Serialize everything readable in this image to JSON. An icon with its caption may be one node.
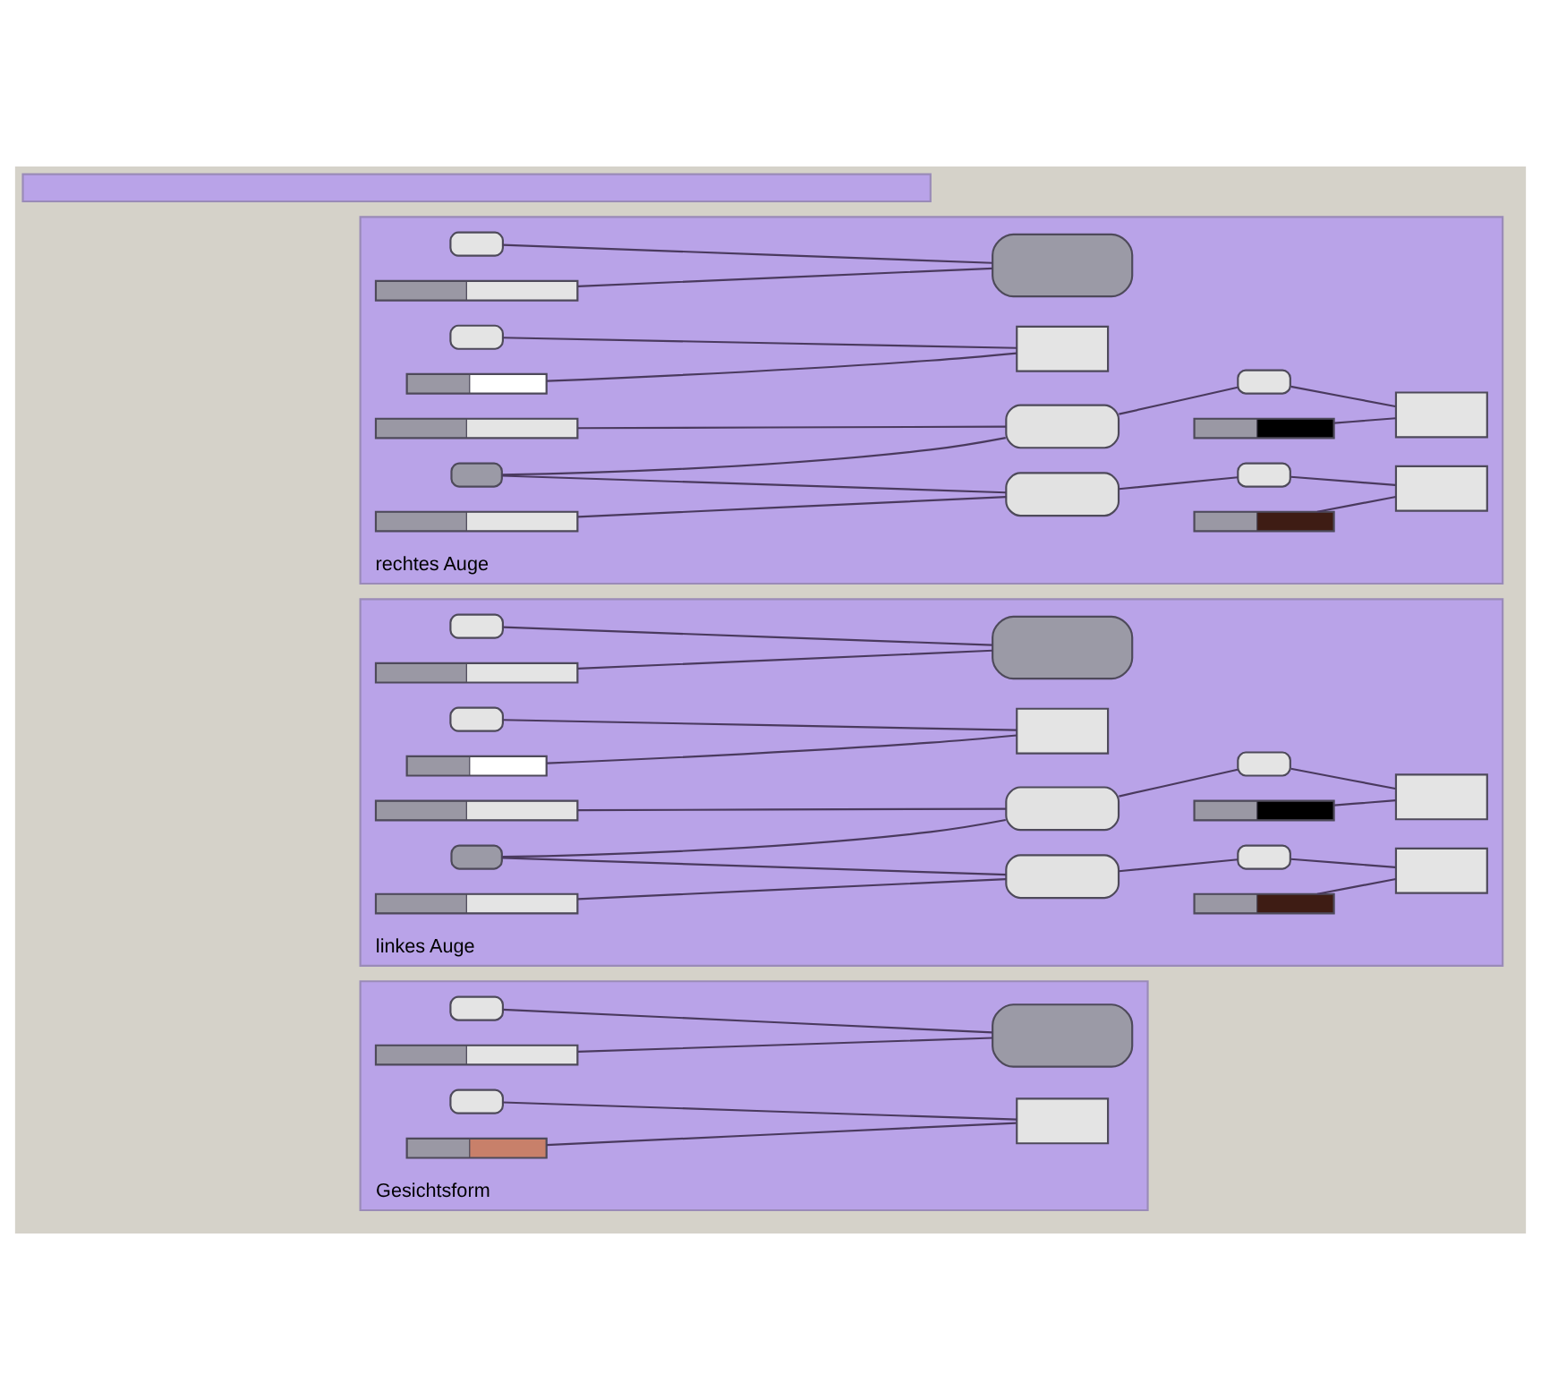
{
  "diagram": {
    "nodes": [
      {
        "text": [
          "Gesichtsform"
        ]
      },
      {
        "text": [],
        "shape": "box",
        "in": 0
      },
      {
        "text": [],
        "shape": "box",
        "in": 0
      },
      {
        "text": [],
        "shape": "bar",
        "in": 0
      },
      {
        "text": [],
        "shape": "box",
        "in": 0
      },
      {
        "text": [],
        "shape": "box",
        "in": 0
      },
      {
        "text": [],
        "shape": "bar",
        "in": 0
      },
      {
        "text": [
          "linkes Auge"
        ]
      },
      {
        "text": [],
        "shape": "box",
        "in": 7
      },
      {
        "text": [],
        "shape": "box",
        "in": 7
      },
      {
        "text": [],
        "shape": "bar",
        "in": 7
      },
      {
        "text": [],
        "shape": "box",
        "in": 7
      },
      {
        "text": [],
        "shape": "bar",
        "in": 7
      },
      {
        "text": [],
        "shape": "box",
        "in": 7
      },
      {
        "text": [],
        "shape": "bar",
        "in": 7
      },
      {
        "text": [],
        "shape": "box",
        "in": 7
      },
      {
        "text": [],
        "shape": "bar",
        "in": 7
      },
      {
        "text": [],
        "shape": "box",
        "in": 7
      },
      {
        "text": [],
        "shape": "box",
        "in": 7
      },
      {
        "text": [],
        "shape": "box",
        "in": 7
      },
      {
        "text": [],
        "shape": "box",
        "in": 7
      },
      {
        "text": [],
        "shape": "bar",
        "in": 7
      },
      {
        "text": [],
        "shape": "box",
        "in": 7
      },
      {
        "text": [],
        "shape": "box",
        "in": 7
      },
      {
        "text": [],
        "shape": "bar",
        "in": 7
      },
      {
        "text": [
          "rechtes Auge"
        ]
      },
      {
        "text": [],
        "shape": "box",
        "in": 25
      },
      {
        "text": [],
        "shape": "box",
        "in": 25
      },
      {
        "text": [],
        "shape": "bar",
        "in": 25
      },
      {
        "text": [],
        "shape": "box",
        "in": 25
      },
      {
        "text": [],
        "shape": "box",
        "in": 25
      },
      {
        "text": [],
        "shape": "bar",
        "in": 25
      },
      {
        "text": [],
        "shape": "bar",
        "in": 25
      },
      {
        "text": [],
        "shape": "box",
        "in": 25
      },
      {
        "text": [],
        "shape": "bar",
        "in": 25
      },
      {
        "text": [],
        "shape": "box",
        "in": 25
      },
      {
        "text": [],
        "shape": "box",
        "in": 25
      },
      {
        "text": [],
        "shape": "box",
        "in": 25
      },
      {
        "text": [],
        "shape": "box",
        "in": 25
      },
      {
        "text": [],
        "shape": "bar",
        "in": 25
      },
      {
        "text": [],
        "shape": "box",
        "in": 25
      },
      {
        "text": [],
        "shape": "box",
        "in": 25
      },
      {
        "text": [],
        "shape": "bar",
        "in": 25
      },
      {
        "text": [],
        "shape": "box"
      }
    ],
    "edges": [
      {
        "from": 1,
        "to": 2,
        "arrow": "none"
      },
      {
        "from": 3,
        "to": 2,
        "arrow": "none"
      },
      {
        "from": 4,
        "to": 5,
        "arrow": "none"
      },
      {
        "from": 6,
        "to": 5,
        "arrow": "none"
      },
      {
        "from": 8,
        "to": 9,
        "arrow": "none"
      },
      {
        "from": 10,
        "to": 9,
        "arrow": "none"
      },
      {
        "from": 11,
        "to": 13,
        "arrow": "none"
      },
      {
        "from": 12,
        "to": 13,
        "arrow": "none"
      },
      {
        "from": 14,
        "to": 17,
        "arrow": "none"
      },
      {
        "from": 15,
        "to": 17,
        "arrow": "none"
      },
      {
        "from": 15,
        "to": 18,
        "arrow": "none"
      },
      {
        "from": 16,
        "to": 18,
        "arrow": "none"
      },
      {
        "from": 17,
        "to": 19,
        "arrow": "none"
      },
      {
        "from": 19,
        "to": 20,
        "arrow": "none"
      },
      {
        "from": 21,
        "to": 20,
        "arrow": "none"
      },
      {
        "from": 18,
        "to": 22,
        "arrow": "none"
      },
      {
        "from": 22,
        "to": 23,
        "arrow": "none"
      },
      {
        "from": 24,
        "to": 23,
        "arrow": "none"
      },
      {
        "from": 26,
        "to": 27,
        "arrow": "none"
      },
      {
        "from": 28,
        "to": 27,
        "arrow": "none"
      },
      {
        "from": 29,
        "to": 30,
        "arrow": "none"
      },
      {
        "from": 31,
        "to": 30,
        "arrow": "none"
      },
      {
        "from": 32,
        "to": 35,
        "arrow": "none"
      },
      {
        "from": 33,
        "to": 35,
        "arrow": "none"
      },
      {
        "from": 33,
        "to": 36,
        "arrow": "none"
      },
      {
        "from": 34,
        "to": 36,
        "arrow": "none"
      },
      {
        "from": 35,
        "to": 37,
        "arrow": "none"
      },
      {
        "from": 37,
        "to": 38,
        "arrow": "none"
      },
      {
        "from": 39,
        "to": 38,
        "arrow": "none"
      },
      {
        "from": 36,
        "to": 40,
        "arrow": "none"
      },
      {
        "from": 40,
        "to": 41,
        "arrow": "none"
      },
      {
        "from": 42,
        "to": 41,
        "arrow": "none"
      }
    ]
  }
}
